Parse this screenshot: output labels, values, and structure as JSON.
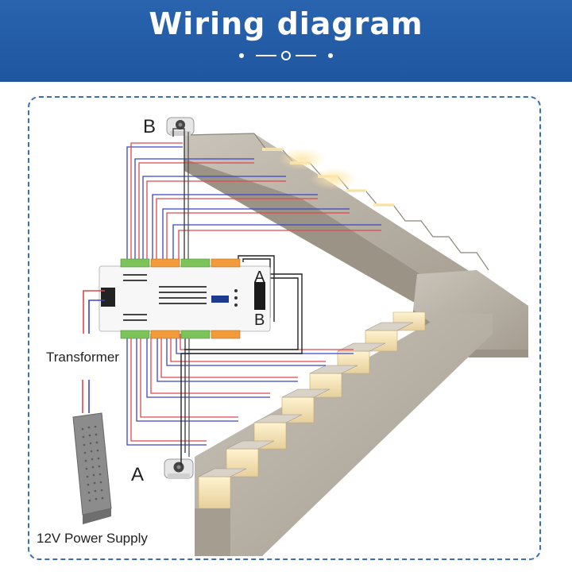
{
  "header": {
    "title": "Wiring diagram"
  },
  "labels": {
    "sensor_b": "B",
    "sensor_a": "A",
    "transformer": "Transformer",
    "power_supply": "12V Power Supply",
    "controller_port_a": "A",
    "controller_port_b": "B"
  },
  "colors": {
    "header_bg": "#2a64ae",
    "frame_border": "#3b6fb5",
    "wire_red": "#e0474c",
    "wire_blue": "#3a45c9",
    "terminal_green": "#7cc35a",
    "terminal_orange": "#f29b3a",
    "led_glow": "#ffd98a"
  }
}
